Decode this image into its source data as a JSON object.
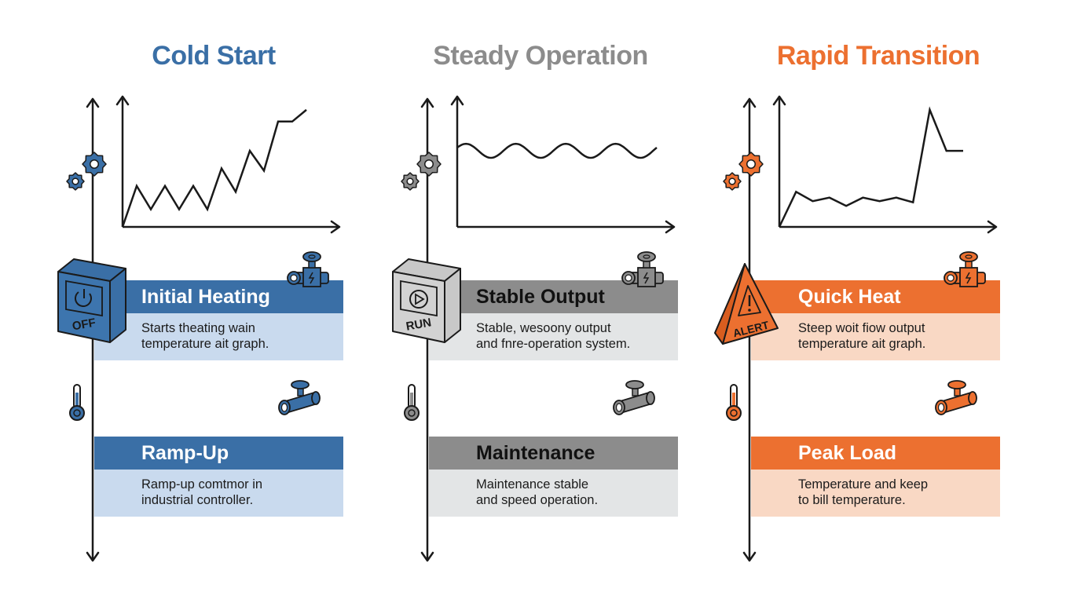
{
  "columns": [
    {
      "key": "cold",
      "title": "Cold Start",
      "accent": "#3a6fa6",
      "head_text_color": "#ffffff",
      "band_light": "#c9daee",
      "status_icon": "off-switch-box-icon",
      "status_label": "OFF",
      "stages": [
        {
          "title": "Initial Heating",
          "desc_lines": [
            "Starts theating wain",
            "temperature ait graph."
          ]
        },
        {
          "title": "Ramp-Up",
          "desc_lines": [
            "Ramp-up comtmor in",
            "industrial controller."
          ]
        }
      ]
    },
    {
      "key": "steady",
      "title": "Steady Operation",
      "accent": "#8c8c8c",
      "head_text_color": "#111111",
      "band_light": "#e3e5e6",
      "status_icon": "run-switch-box-icon",
      "status_label": "RUN",
      "stages": [
        {
          "title": "Stable Output",
          "desc_lines": [
            "Stable, wesoony output",
            "and fnre-operation system."
          ]
        },
        {
          "title": "Maintenance",
          "desc_lines": [
            "Maintenance stable",
            "and speed operation."
          ]
        }
      ]
    },
    {
      "key": "rapid",
      "title": "Rapid Transition",
      "accent": "#ec7030",
      "head_text_color": "#ffffff",
      "band_light": "#f9d8c4",
      "status_icon": "alert-triangle-icon",
      "status_label": "ALERT",
      "stages": [
        {
          "title": "Quick Heat",
          "desc_lines": [
            "Steep woit fiow output",
            "temperature ait graph."
          ]
        },
        {
          "title": "Peak Load",
          "desc_lines": [
            "Temperature and keep",
            "to bill temperature."
          ]
        }
      ]
    }
  ],
  "chart_data": [
    {
      "type": "line",
      "title": "Cold Start",
      "xlabel": "",
      "ylabel": "",
      "x": [
        0,
        1,
        2,
        3,
        4,
        5,
        6,
        7,
        8,
        9,
        10,
        11,
        12,
        13
      ],
      "values": [
        0,
        35,
        15,
        35,
        15,
        35,
        15,
        50,
        30,
        65,
        48,
        90,
        90,
        100
      ],
      "ylim": [
        0,
        110
      ]
    },
    {
      "type": "line",
      "title": "Steady Operation",
      "xlabel": "",
      "ylabel": "",
      "description": "sinusoidal oscillation around a constant level",
      "oscillation_center": 65,
      "oscillation_amplitude": 6,
      "cycles": 4,
      "ylim": [
        0,
        110
      ]
    },
    {
      "type": "line",
      "title": "Rapid Transition",
      "xlabel": "",
      "ylabel": "",
      "x": [
        0,
        1,
        2,
        3,
        4,
        5,
        6,
        7,
        8,
        9,
        10,
        11
      ],
      "values": [
        0,
        30,
        22,
        25,
        18,
        25,
        22,
        25,
        21,
        100,
        65,
        65
      ],
      "ylim": [
        0,
        110
      ]
    }
  ]
}
